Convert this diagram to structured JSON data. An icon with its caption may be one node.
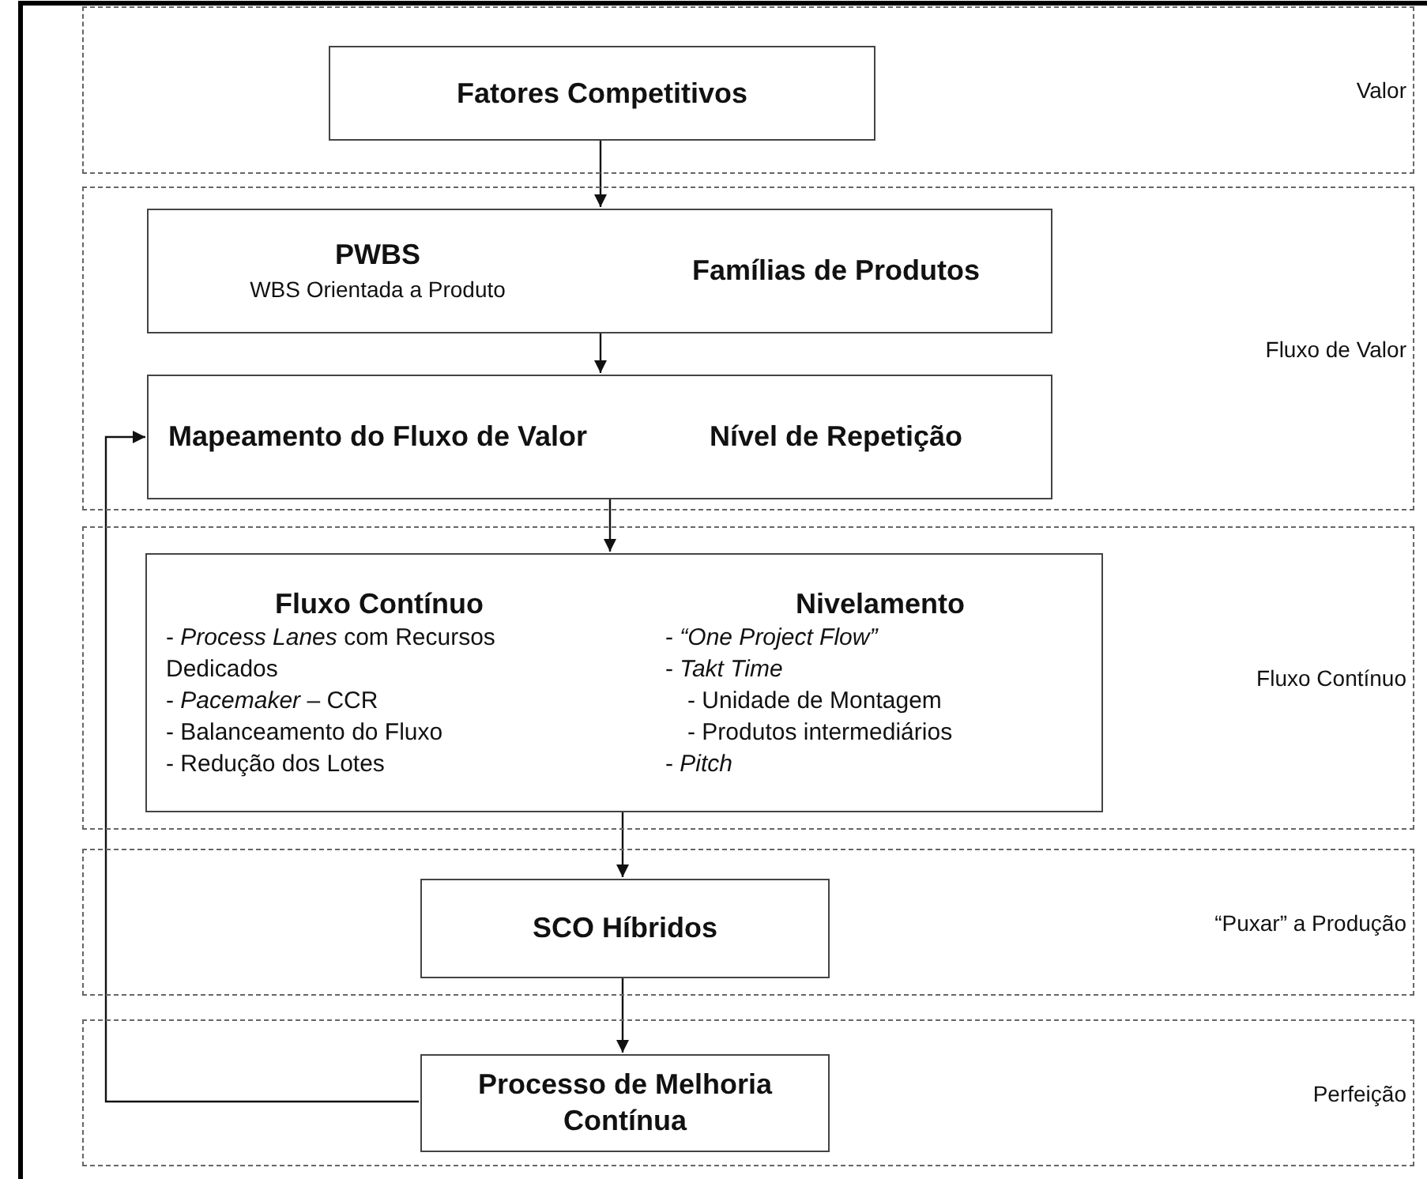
{
  "diagram": {
    "nodes": [
      {
        "text": [
          "Valor"
        ]
      },
      {
        "text": [
          "Fatores Competitivos"
        ],
        "in": 0
      },
      {
        "text": [
          "Fluxo de Valor"
        ]
      },
      {
        "text": [
          "PWBS",
          "WBS Orientada a Produto",
          "Famílias de Produtos"
        ],
        "in": 2
      },
      {
        "text": [
          "Mapeamento do Fluxo de Valor",
          "Nível de Repetição"
        ],
        "in": 2
      },
      {
        "text": [
          "Fluxo Contínuo"
        ]
      },
      {
        "text": [
          "Fluxo Contínuo",
          "- *Process Lanes* com Recursos Dedicados",
          "- *Pacemaker* – CCR",
          "- Balanceamento do Fluxo",
          "- Redução dos Lotes",
          "Nivelamento",
          "- *“One Project Flow”*",
          "- *Takt Time*",
          "- Unidade de Montagem",
          "- Produtos intermediários",
          "- *Pitch*"
        ],
        "in": 5
      },
      {
        "text": [
          "“Puxar” a Produção"
        ]
      },
      {
        "text": [
          "SCO Híbridos"
        ],
        "in": 7
      },
      {
        "text": [
          "Perfeição"
        ]
      },
      {
        "text": [
          "Processo de Melhoria Contínua"
        ],
        "in": 9
      }
    ],
    "edges": [
      {
        "from": 1,
        "to": 3,
        "arrow": "to"
      },
      {
        "from": 3,
        "to": 4,
        "arrow": "to"
      },
      {
        "from": 4,
        "to": 6,
        "arrow": "to"
      },
      {
        "from": 6,
        "to": 8,
        "arrow": "to"
      },
      {
        "from": 8,
        "to": 10,
        "arrow": "to"
      },
      {
        "from": 10,
        "to": 4,
        "arrow": "to"
      }
    ]
  }
}
